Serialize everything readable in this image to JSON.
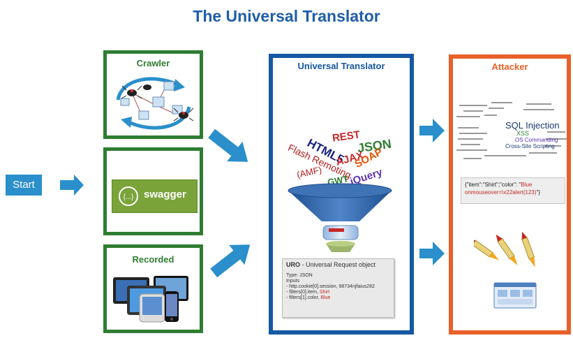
{
  "title": "The Universal Translator",
  "start_label": "Start",
  "sources": {
    "crawler_title": "Crawler",
    "swagger_text": "swagger",
    "swagger_icon_text": "{...}",
    "recorded_title": "Recorded"
  },
  "translator": {
    "title": "Universal Translator",
    "words": [
      "REST",
      "JSON",
      "HTML5",
      "AJAX",
      "Flash Remoting",
      "SOAP",
      "(AMF)",
      "GWT",
      "jQuery"
    ],
    "uro_title_bold": "URO",
    "uro_title_rest": " - Universal Request object",
    "uro_type": "Type: JSON",
    "uro_inputs": "Inputs",
    "uro_line1": "- http.cookie[0].session,  98734njfaius282",
    "uro_line2_prefix": "- filters[0].item, ",
    "uro_line2_value": "Shirt",
    "uro_line3_prefix": "- filters[1].color, ",
    "uro_line3_value": "Blue"
  },
  "attacker": {
    "title": "Attacker",
    "cloud_words": [
      "SQL Injection",
      "XSS",
      "OS Commanding",
      "Cross-Site Scripting"
    ],
    "json_prefix": "{\"item\":\"Shirt\";\"color\": \"",
    "json_red": "Blue onmouseover=\\x22alert(123)",
    "json_suffix": "\"}"
  },
  "colors": {
    "title_blue": "#1f5ea8",
    "arrow_blue": "#2a8fcb",
    "green": "#2f7d32",
    "dark_blue": "#1658a3",
    "orange": "#e8602a"
  }
}
